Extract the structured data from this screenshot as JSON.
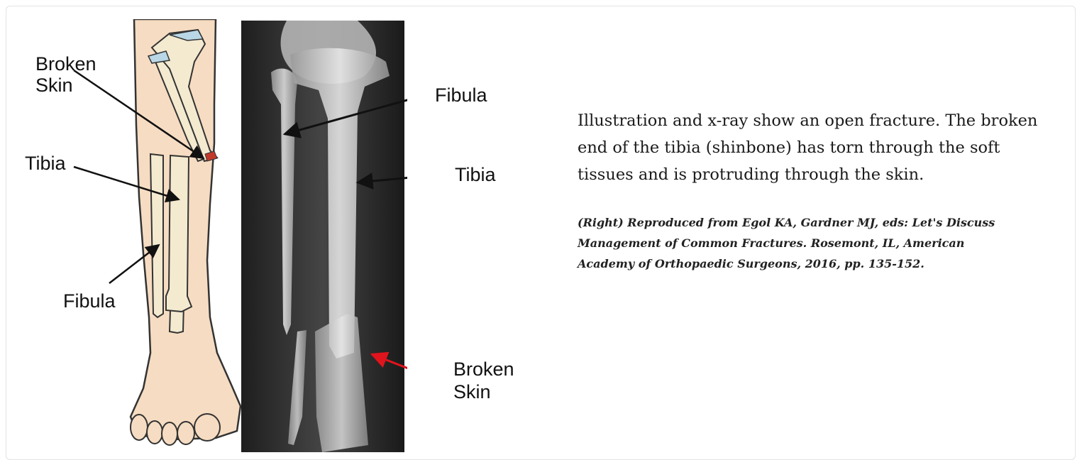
{
  "figure": {
    "illustration": {
      "labels": {
        "broken_skin": [
          "Broken",
          "Skin"
        ],
        "tibia": "Tibia",
        "fibula": "Fibula"
      }
    },
    "xray": {
      "labels": {
        "fibula": "Fibula",
        "tibia": "Tibia",
        "broken_skin": [
          "Broken",
          "Skin"
        ]
      }
    }
  },
  "caption": {
    "main": "Illustration and x-ray show an open fracture. The broken end of the tibia (shinbone) has torn through the soft tissues and is protruding through the skin.",
    "credit": "(Right) Reproduced from Egol KA, Gardner MJ, eds: Let's Discuss Management of Common Fractures. Rosemont, IL, American Academy of Orthopaedic Surgeons, 2016, pp. 135-152."
  }
}
